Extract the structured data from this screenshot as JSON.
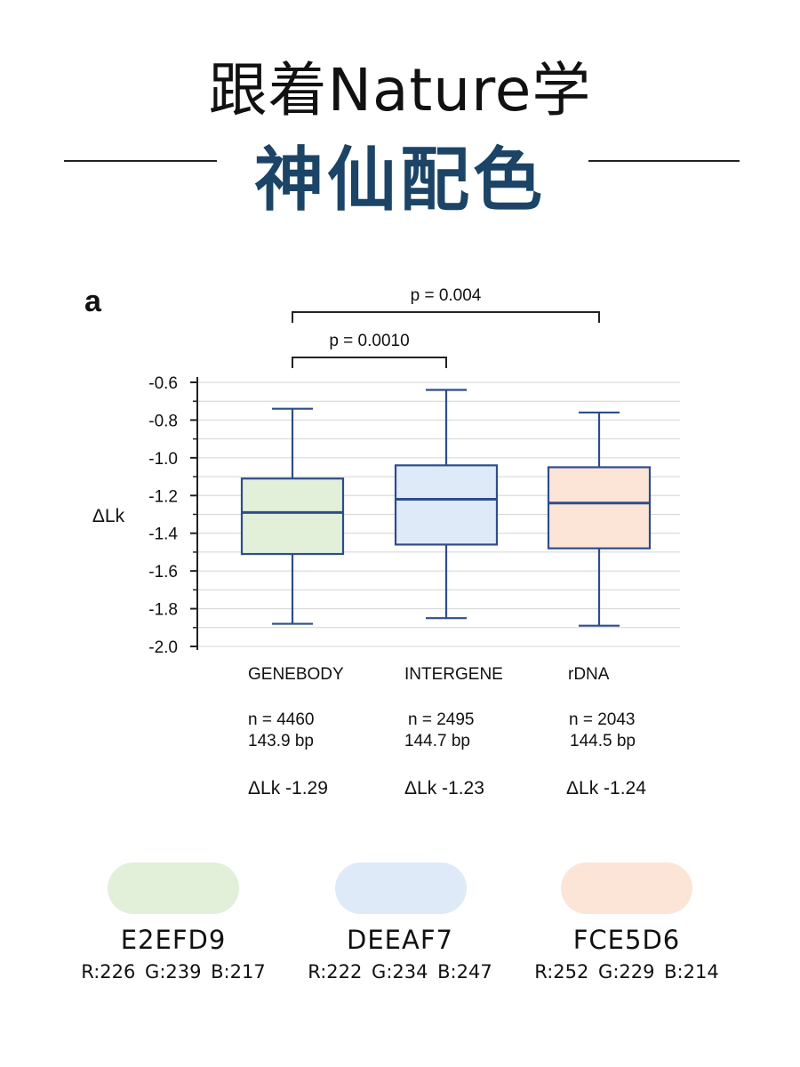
{
  "header": {
    "title": "跟着Nature学",
    "subtitle": "神仙配色"
  },
  "chart_data": {
    "type": "box",
    "panel_label": "a",
    "ylabel": "ΔLk",
    "ylim": [
      -2.0,
      -0.6
    ],
    "yticks": [
      -0.6,
      -0.8,
      -1.0,
      -1.2,
      -1.4,
      -1.6,
      -1.8,
      -2.0
    ],
    "ytick_labels": [
      "-0.6",
      "-0.8",
      "-1.0",
      "-1.2",
      "-1.4",
      "-1.6",
      "-1.8",
      "-2.0"
    ],
    "grid": true,
    "categories": [
      {
        "name": "GENEBODY",
        "whisker_low": -1.88,
        "q1": -1.51,
        "median": -1.29,
        "q3": -1.11,
        "whisker_high": -0.74,
        "fill": "#E2EFD9",
        "n_label": "n = 4460",
        "bp_label": "143.9 bp",
        "dlk_label": "ΔLk  -1.29"
      },
      {
        "name": "INTERGENE",
        "whisker_low": -1.85,
        "q1": -1.46,
        "median": -1.22,
        "q3": -1.04,
        "whisker_high": -0.64,
        "fill": "#DEEAF7",
        "n_label": "n = 2495",
        "bp_label": "144.7 bp",
        "dlk_label": "ΔLk -1.23"
      },
      {
        "name": "rDNA",
        "whisker_low": -1.89,
        "q1": -1.48,
        "median": -1.24,
        "q3": -1.05,
        "whisker_high": -0.76,
        "fill": "#FCE5D6",
        "n_label": "n = 2043",
        "bp_label": "144.5 bp",
        "dlk_label": "ΔLk -1.24"
      }
    ],
    "annotations": [
      {
        "from": 0,
        "to": 1,
        "text": "p = 0.0010"
      },
      {
        "from": 0,
        "to": 2,
        "text": "p = 0.004"
      }
    ],
    "box_stroke": "#2e4d8a",
    "grid_color": "#d4d4d4"
  },
  "palette": [
    {
      "hex": "E2EFD9",
      "rgb": "R:226  G:239  B:217",
      "color": "#E2EFD9"
    },
    {
      "hex": "DEEAF7",
      "rgb": "R:222  G:234  B:247",
      "color": "#DEEAF7"
    },
    {
      "hex": "FCE5D6",
      "rgb": "R:252  G:229  B:214",
      "color": "#FCE5D6"
    }
  ]
}
